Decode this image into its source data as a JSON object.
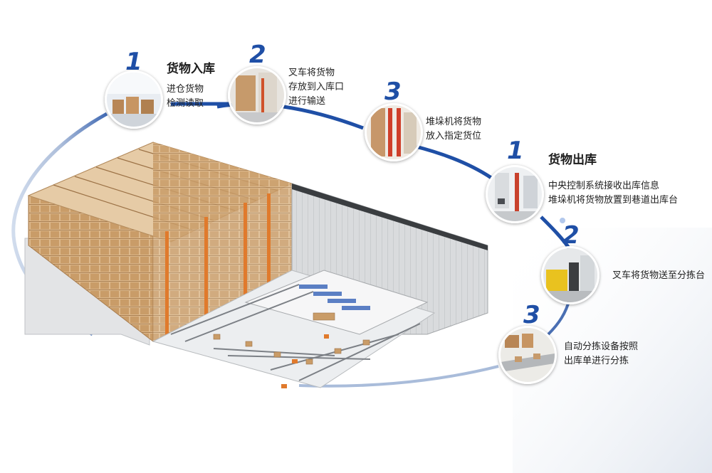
{
  "inbound": {
    "heading": "货物入库",
    "steps": [
      {
        "num": "1",
        "lines": [
          "进仓货物",
          "检测读取"
        ],
        "photo_icon": "warehouse-boxes-photo"
      },
      {
        "num": "2",
        "lines": [
          "叉车将货物",
          "存放到入库口",
          "进行输送"
        ],
        "photo_icon": "forklift-rack-photo"
      },
      {
        "num": "3",
        "lines": [
          "堆垛机将货物",
          "放入指定货位"
        ],
        "photo_icon": "stacker-crane-photo"
      }
    ]
  },
  "outbound": {
    "heading": "货物出库",
    "steps": [
      {
        "num": "1",
        "lines": [
          "中央控制系统接收出库信息",
          "堆垛机将货物放置到巷道出库台"
        ],
        "photo_icon": "control-system-photo"
      },
      {
        "num": "2",
        "lines": [
          "叉车将货物送至分拣台"
        ],
        "photo_icon": "forklift-yellow-photo"
      },
      {
        "num": "3",
        "lines": [
          "自动分拣设备按照",
          "出库单进行分拣"
        ],
        "photo_icon": "sorting-conveyor-photo"
      }
    ]
  },
  "colors": {
    "accent": "#1f4fa6",
    "ring": "#1f4fa6",
    "rack": "#d9b58a",
    "wall": "#d6d8da"
  }
}
